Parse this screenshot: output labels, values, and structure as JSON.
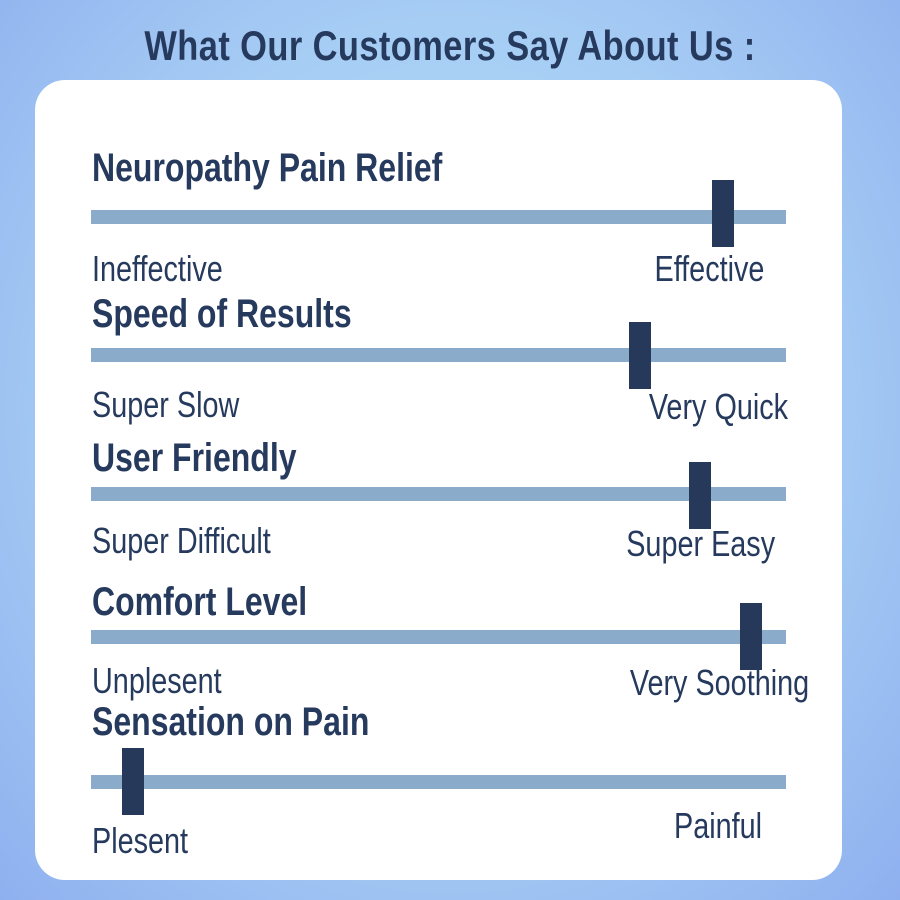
{
  "title": "What Our Customers Say About Us :",
  "colors": {
    "accent": "#27395b",
    "track": "#8aabc9",
    "card": "#ffffff"
  },
  "ratings": [
    {
      "heading": "Neuropathy Pain Relief",
      "min_label": "Ineffective",
      "max_label": "Effective",
      "value": 0.91
    },
    {
      "heading": "Speed of Results",
      "min_label": "Super Slow",
      "max_label": "Very Quick",
      "value": 0.79
    },
    {
      "heading": "User Friendly",
      "min_label": "Super Difficult",
      "max_label": "Super Easy",
      "value": 0.876
    },
    {
      "heading": "Comfort Level",
      "min_label": "Unplesent",
      "max_label": "Very Soothing",
      "value": 0.95
    },
    {
      "heading": "Sensation on Pain",
      "min_label": "Plesent",
      "max_label": "Painful",
      "value": 0.06
    }
  ]
}
